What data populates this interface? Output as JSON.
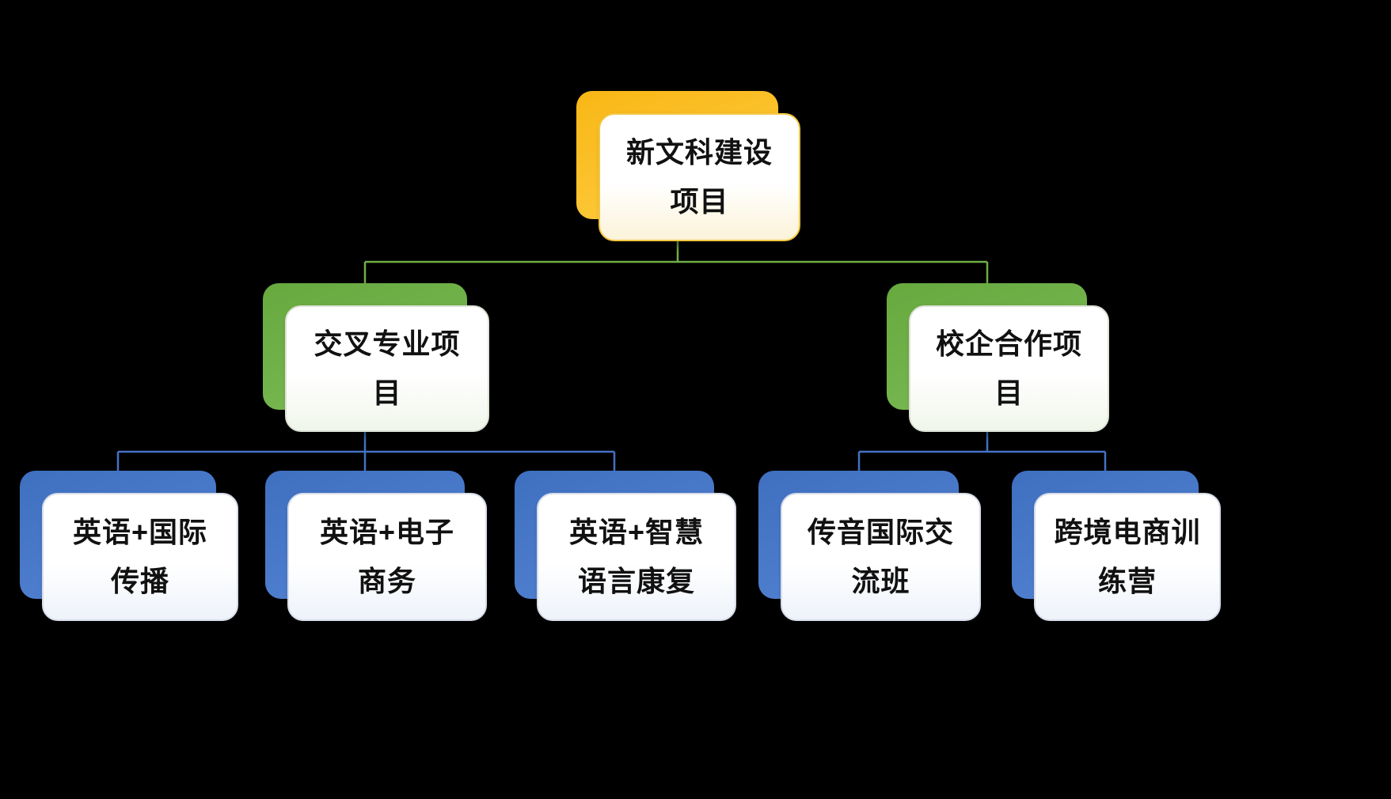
{
  "diagram": {
    "type": "org-chart",
    "root": {
      "id": "root",
      "label": "新文科建设\n项目",
      "children": [
        {
          "id": "branch-left",
          "label": "交叉专业项\n目",
          "children": [
            {
              "id": "leaf-1",
              "label": "英语+国际\n传播"
            },
            {
              "id": "leaf-2",
              "label": "英语+电子\n商务"
            },
            {
              "id": "leaf-3",
              "label": "英语+智慧\n语言康复"
            }
          ]
        },
        {
          "id": "branch-right",
          "label": "校企合作项\n目",
          "children": [
            {
              "id": "leaf-4",
              "label": "传音国际交\n流班"
            },
            {
              "id": "leaf-5",
              "label": "跨境电商训\n练营"
            }
          ]
        }
      ]
    },
    "colors": {
      "background": "#000000",
      "root_accent": "#FFC000",
      "branch_accent": "#70AD47",
      "leaf_accent": "#4472C4",
      "branch_line": "#70AD47",
      "leaf_line": "#4472C4",
      "card_face": "#FFFFFF",
      "text": "#111111"
    }
  }
}
